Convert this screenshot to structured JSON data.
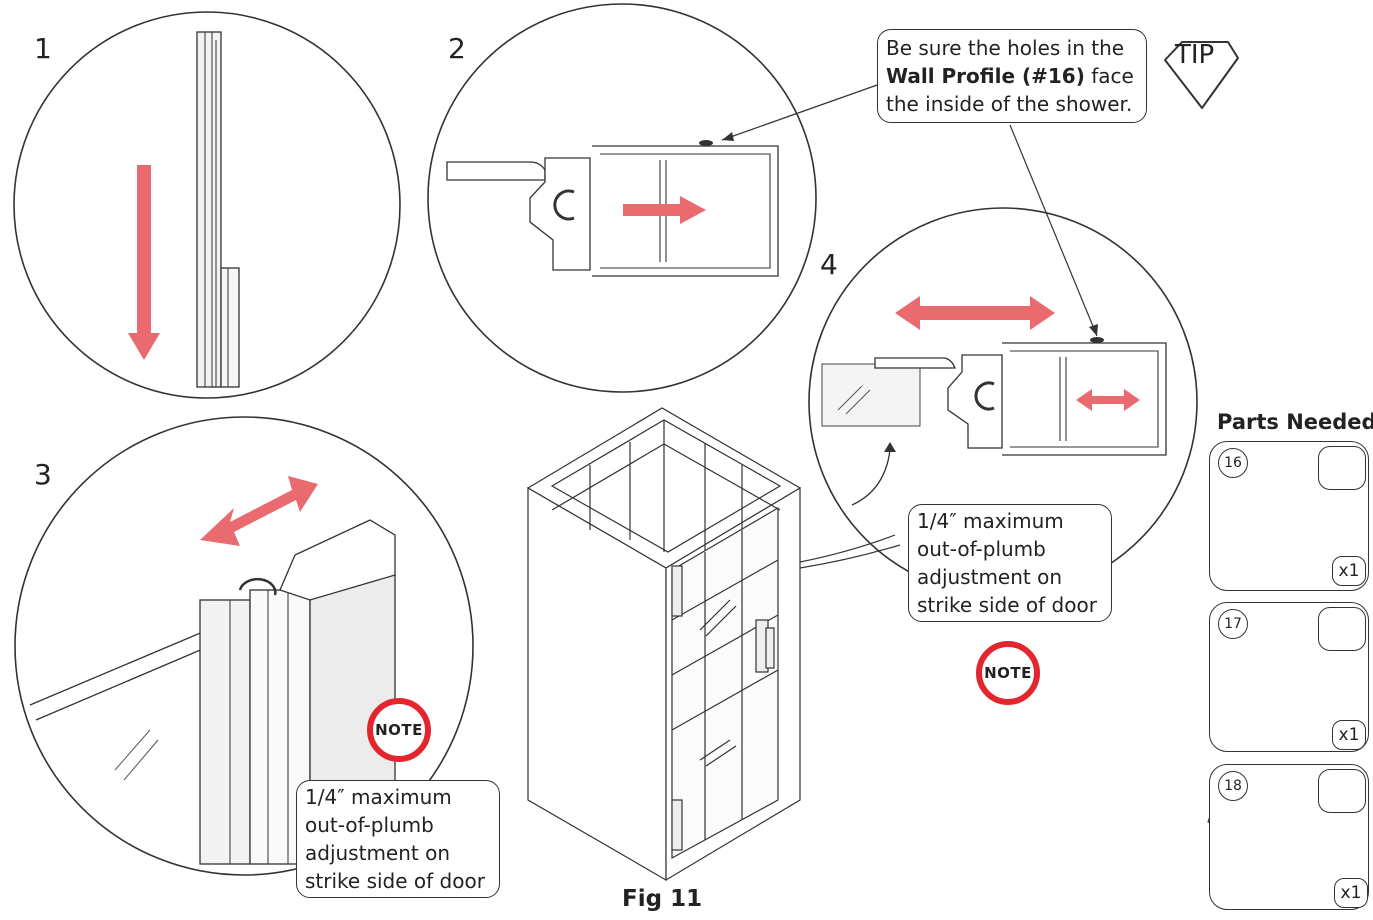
{
  "steps": [
    {
      "number": "1"
    },
    {
      "number": "2"
    },
    {
      "number": "3"
    },
    {
      "number": "4"
    }
  ],
  "tip": {
    "label": "TIP",
    "text_before": "Be sure the holes in the",
    "text_bold": "Wall Profile (#16)",
    "text_after": "face",
    "text_last": "the inside of the shower."
  },
  "notes": [
    {
      "badge": "NOTE",
      "lines": [
        "1/4″ maximum",
        "out-of-plumb",
        "adjustment on",
        "strike side of door"
      ]
    },
    {
      "badge": "NOTE",
      "lines": [
        "1/4″ maximum",
        "out-of-plumb",
        "adjustment on",
        "strike side of door"
      ]
    }
  ],
  "parts": {
    "title": "Parts Needed",
    "items": [
      {
        "number": "16",
        "quantity": "x1"
      },
      {
        "number": "17",
        "quantity": "x1"
      },
      {
        "number": "18",
        "quantity": "x1"
      }
    ]
  },
  "figure": {
    "caption": "Fig 11"
  },
  "colors": {
    "arrow": "#e96a6f",
    "note_ring": "#e3262d",
    "line": "#333333"
  }
}
